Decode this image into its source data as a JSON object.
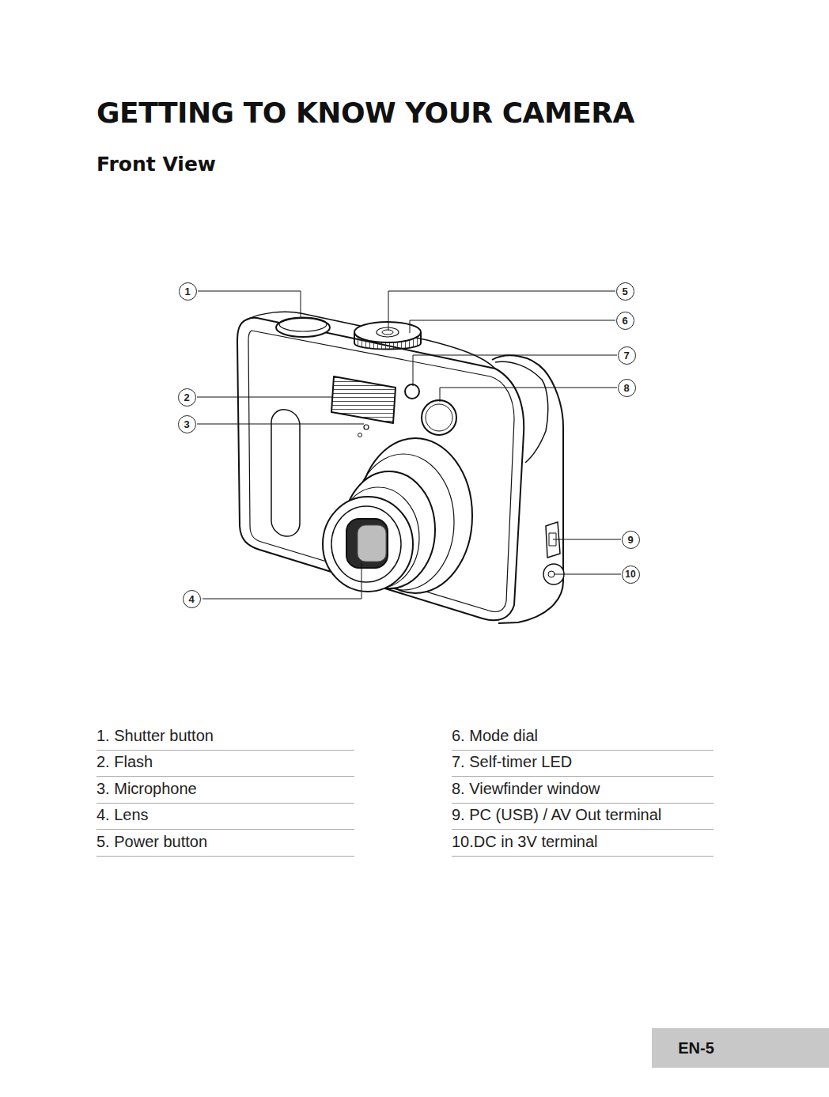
{
  "diagram": {
    "title": "GETTING TO KNOW YOUR CAMERA",
    "nodes": [
      {
        "text": [
          "EN-5"
        ]
      }
    ],
    "labels": [
      "Front View",
      "1",
      "2",
      "3",
      "4",
      "5",
      "6",
      "7",
      "8",
      "9",
      "10",
      "1. Shutter button",
      "2. Flash",
      "3. Microphone",
      "4. Lens",
      "5. Power button",
      "6. Mode dial",
      "7. Self-timer LED",
      "8. Viewfinder window",
      "9. PC (USB) / AV Out terminal",
      "10.DC in 3V terminal"
    ]
  }
}
